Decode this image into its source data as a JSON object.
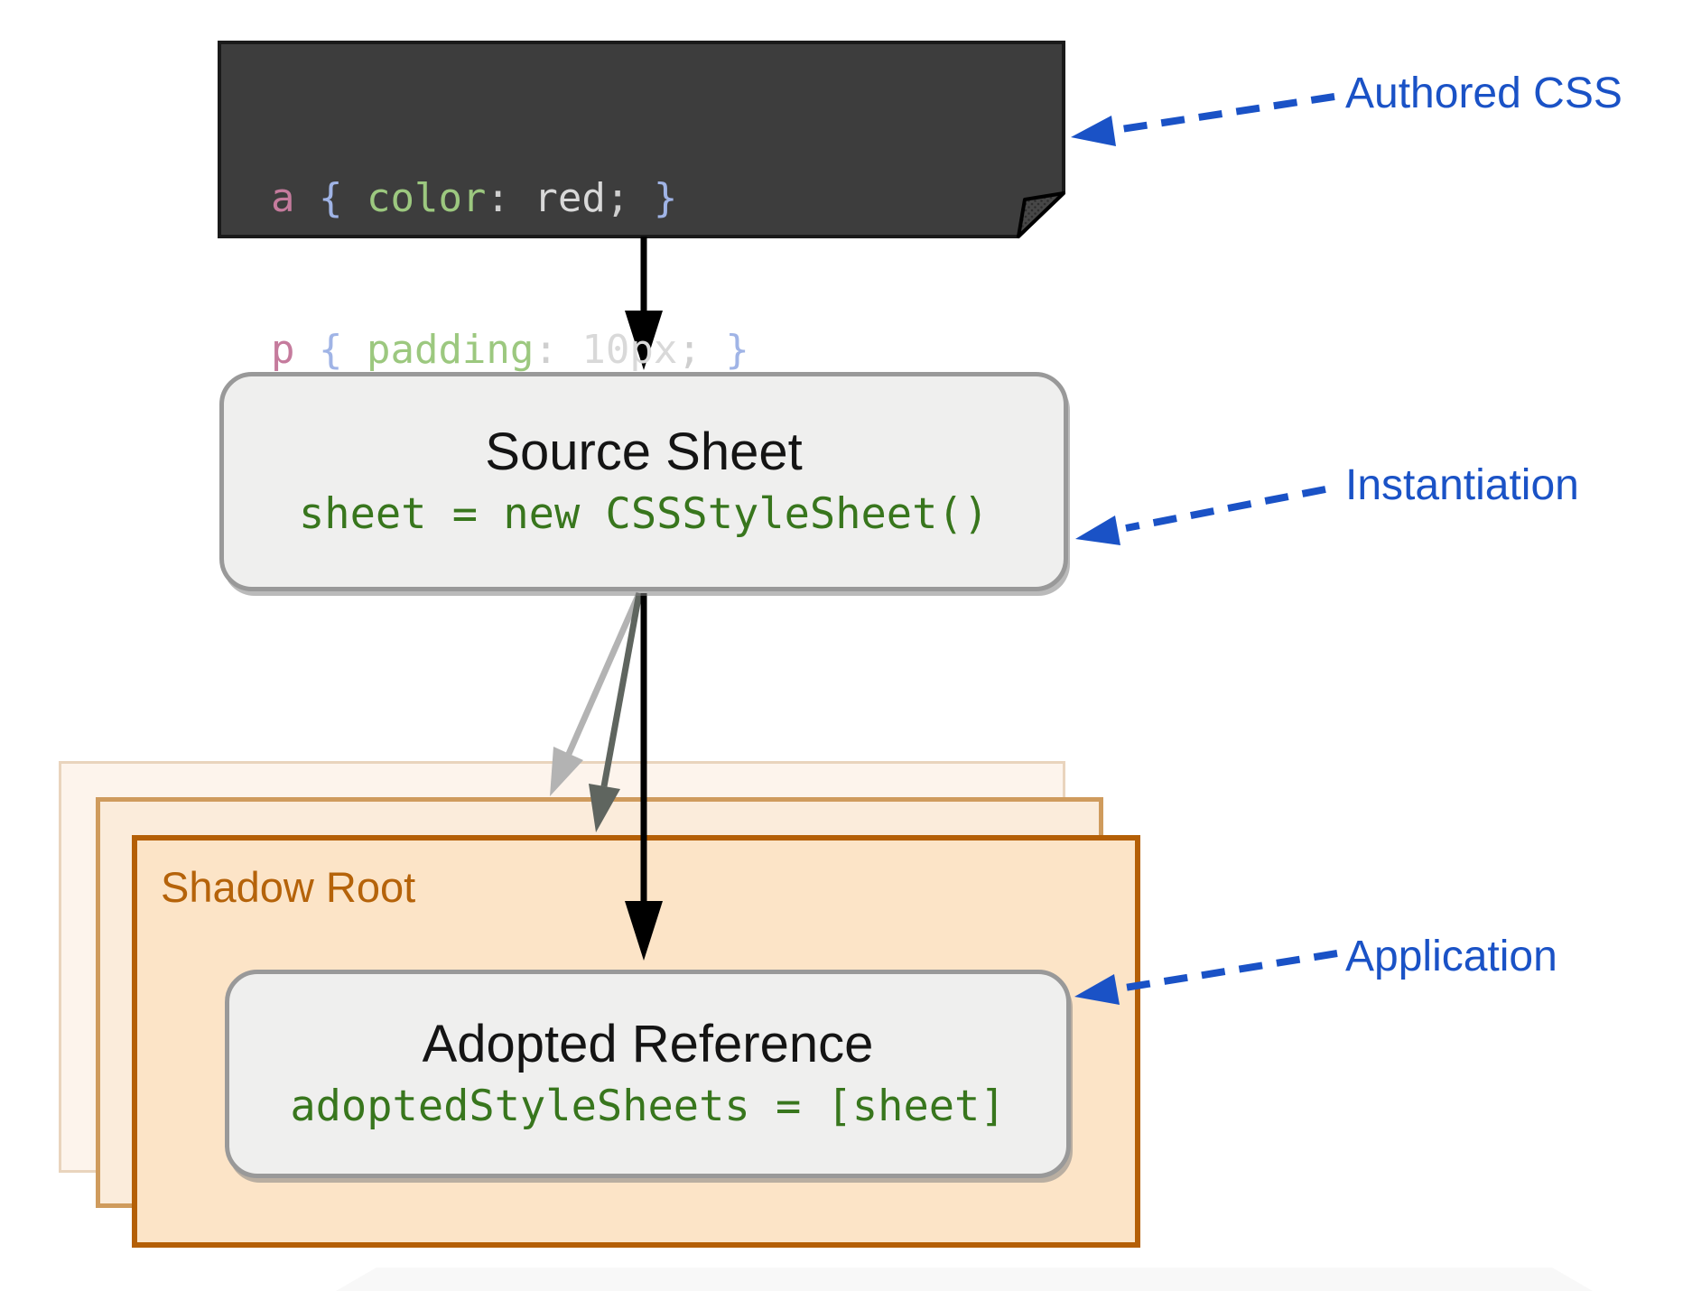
{
  "authored_css": {
    "line1": {
      "selector": "a ",
      "brace_open": "{ ",
      "property": "color",
      "colon": ": ",
      "value": "red",
      "semicolon": "; ",
      "brace_close": "}"
    },
    "line2": {
      "selector": "p ",
      "brace_open": "{ ",
      "property": "padding",
      "colon": ": ",
      "value": "10px",
      "semicolon": "; ",
      "brace_close": "}"
    }
  },
  "source_sheet": {
    "title": "Source Sheet",
    "code": "sheet = new CSSStyleSheet()"
  },
  "shadow_root": {
    "label": "Shadow Root"
  },
  "adopted_reference": {
    "title": "Adopted Reference",
    "code": "adoptedStyleSheets = [sheet]"
  },
  "annotations": {
    "authored_css_label": "Authored CSS",
    "instantiation_label": "Instantiation",
    "application_label": "Application"
  },
  "colors": {
    "canvas_bg": "#ffffff",
    "code_block_bg": "#3d3d3d",
    "code_block_border": "#1a1a1a",
    "code_block_fold": "#474747",
    "token_selector": "#c57b9d",
    "token_brace": "#a0b4e6",
    "token_property": "#9cc87f",
    "token_punct": "#cfcfcf",
    "token_value": "#d9d9d9",
    "gray_box_fill": "#efefee",
    "gray_box_border": "#999999",
    "code_green": "#38761d",
    "orange_front_border": "#b45f06",
    "orange_front_fill": "#fce4c7",
    "orange_mid_border": "#cf9b5d",
    "orange_mid_fill": "#fbecdb",
    "orange_back_border": "#e9d4bd",
    "orange_back_fill": "#fdf4ec",
    "shadow_root_text": "#b5630a",
    "blue": "#1a52c6",
    "arrow_black": "#000000",
    "arrow_gray_light": "#b3b3b3",
    "arrow_gray_mid": "#5f655f"
  }
}
